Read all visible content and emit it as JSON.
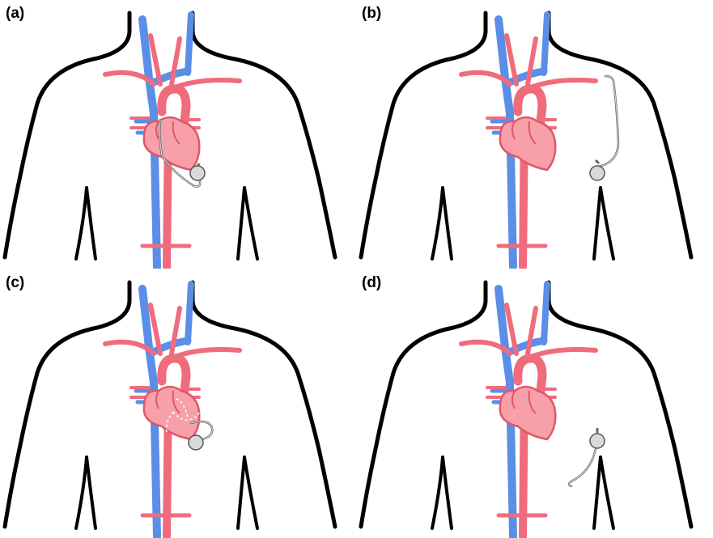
{
  "colors": {
    "background": "#ffffff",
    "outline": "#000000",
    "artery": "#f06b7c",
    "vein": "#5b8ee6",
    "heart_fill": "#f7a0aa",
    "heart_edge": "#e0566a",
    "device_fill": "#d9d9d9",
    "device_edge": "#555555",
    "lead": "#666666"
  },
  "panels": [
    {
      "label": "(a)",
      "variant": "transvenous"
    },
    {
      "label": "(b)",
      "variant": "subcutaneous"
    },
    {
      "label": "(c)",
      "variant": "epicardial"
    },
    {
      "label": "(d)",
      "variant": "substernal"
    }
  ]
}
